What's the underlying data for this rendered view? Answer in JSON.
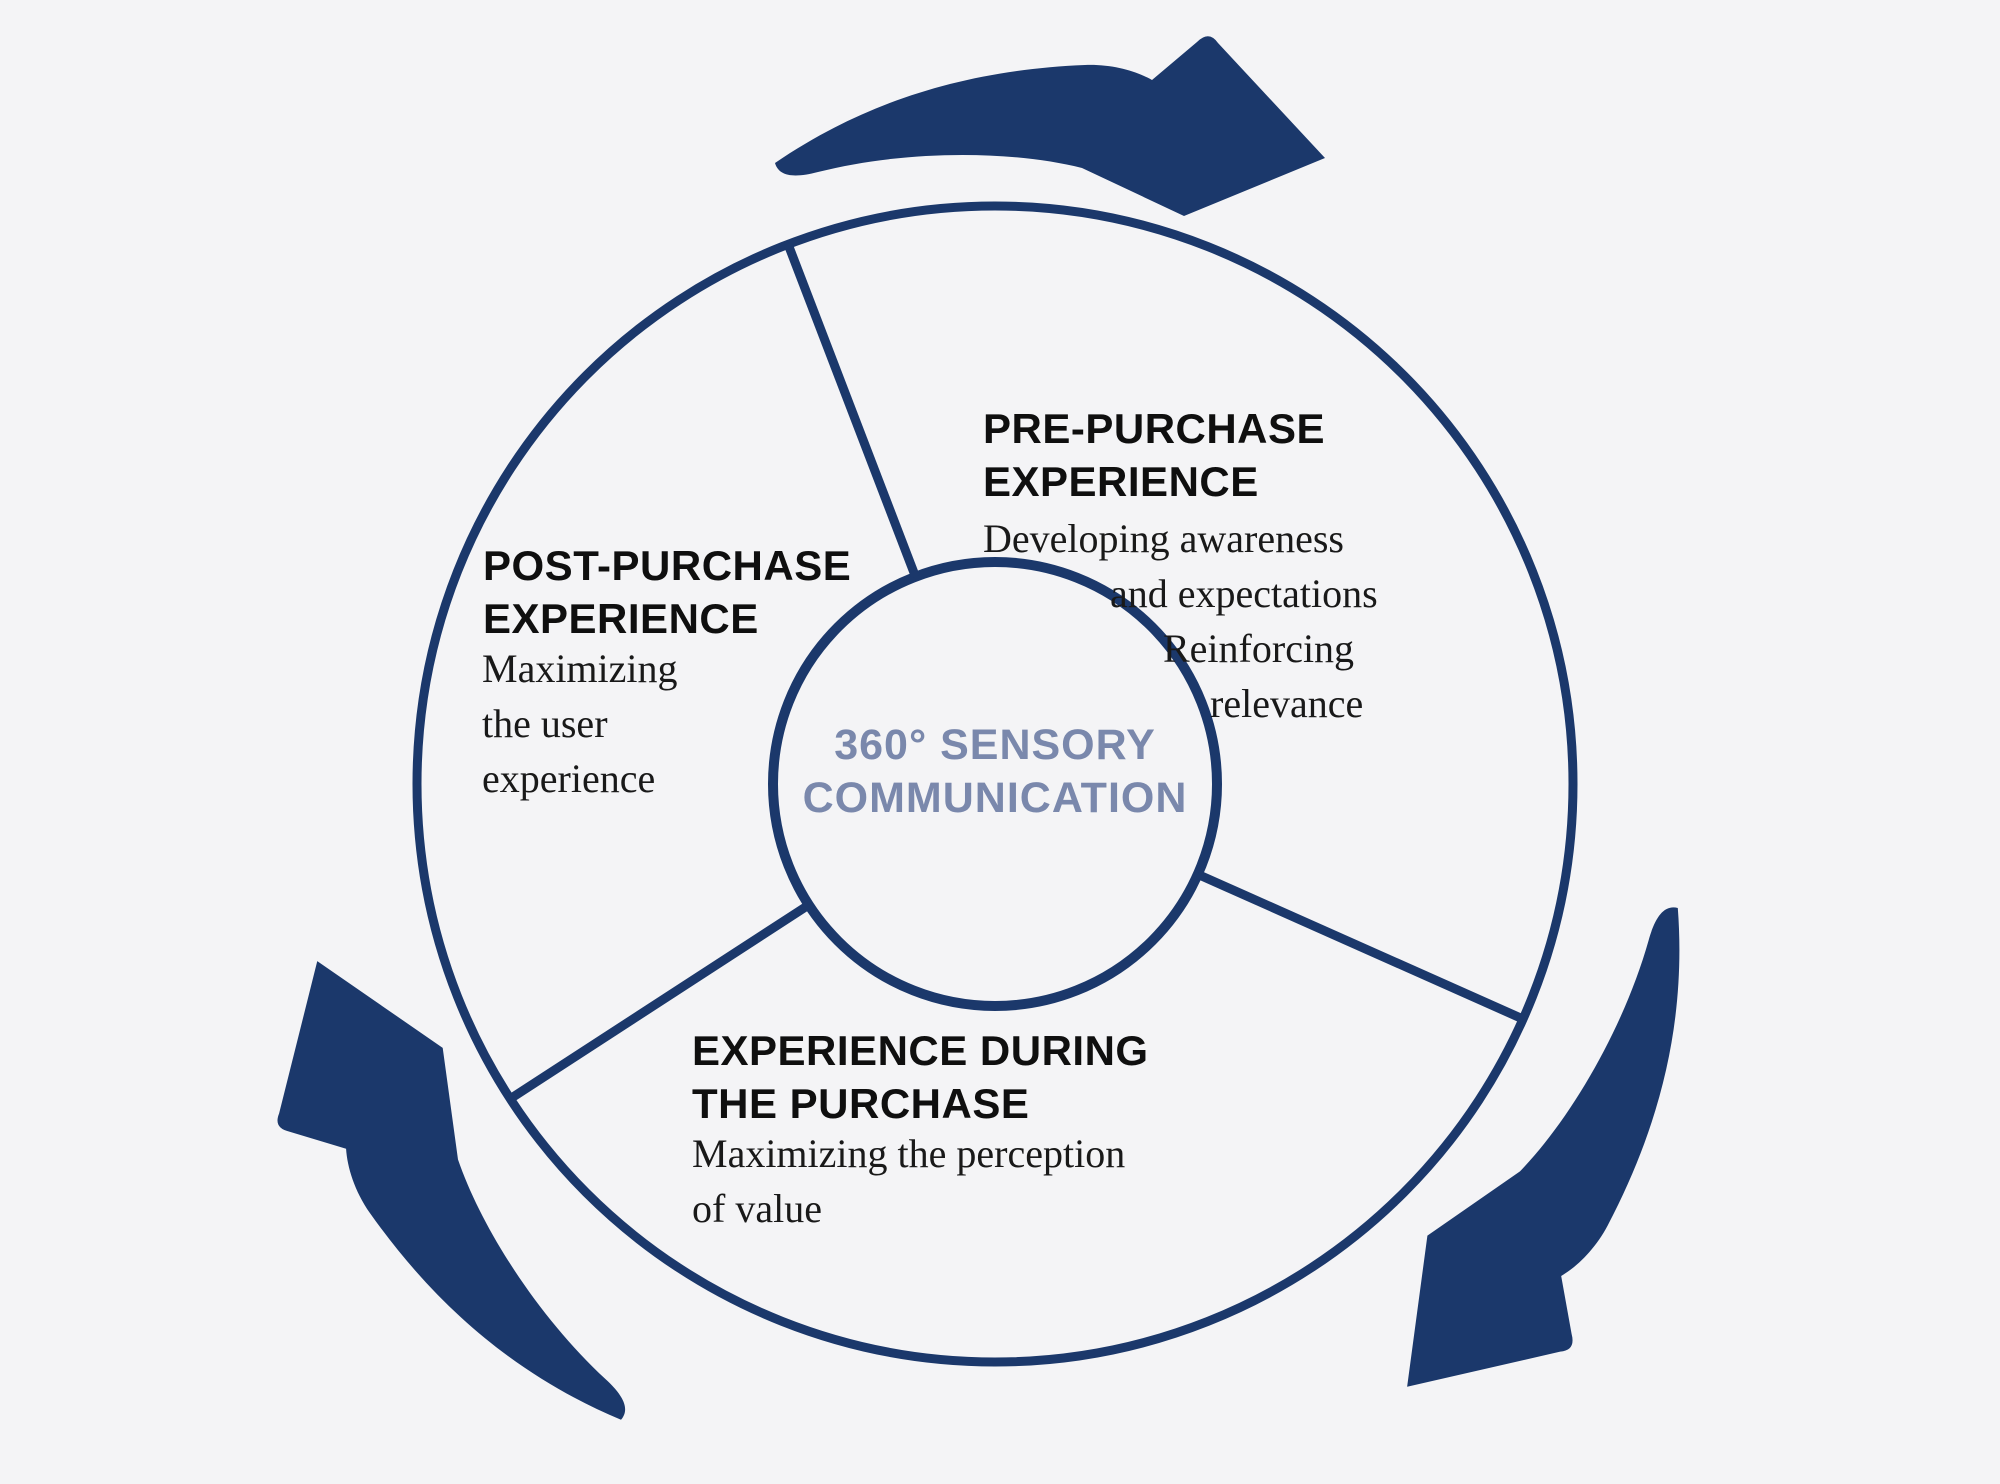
{
  "colors": {
    "background": "#f4f4f6",
    "navy": "#1b386b",
    "center_text": "#7a88ac",
    "heading_text": "#0f0f0f",
    "body_text": "#191919"
  },
  "center": {
    "line1": "360° SENSORY",
    "line2": "COMMUNICATION"
  },
  "segments": [
    {
      "id": "pre-purchase",
      "title_lines": [
        "PRE-PURCHASE",
        "EXPERIENCE"
      ],
      "desc_lines": [
        "Developing awareness",
        "and expectations",
        "Reinforcing",
        "relevance"
      ]
    },
    {
      "id": "experience-during-purchase",
      "title_lines": [
        "EXPERIENCE DURING",
        "THE PURCHASE"
      ],
      "desc_lines": [
        "Maximizing the perception",
        "of value"
      ]
    },
    {
      "id": "post-purchase",
      "title_lines": [
        "POST-PURCHASE",
        "EXPERIENCE"
      ],
      "desc_lines": [
        "Maximizing",
        "the user",
        "experience"
      ]
    }
  ]
}
